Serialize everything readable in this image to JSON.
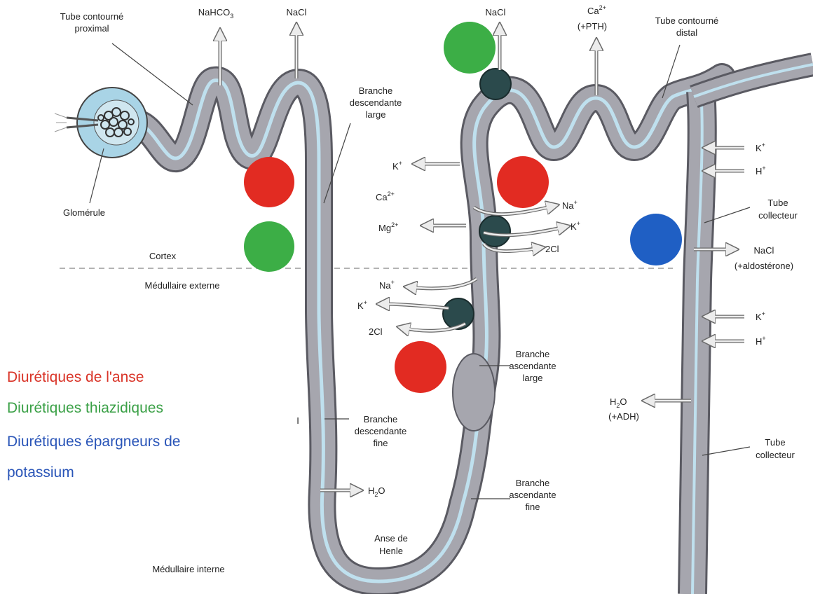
{
  "colors": {
    "tube_fill": "#a6a6ae",
    "tube_edge": "#5a5a62",
    "lumen": "#bfe0ee",
    "glomerulus_capsule": "#a9d4e6",
    "arrow_fill": "#ececec",
    "loop_diuretic": "#e22b22",
    "thiazide_diuretic": "#3cae46",
    "potassium_sparing_diuretic": "#1f5fc4",
    "transporter": "#2b4a4c",
    "legend_red": "#d93327",
    "legend_green": "#3aa046",
    "legend_blue": "#2a55b8"
  },
  "labels": {
    "tube_proximal_1": "Tube contourné",
    "tube_proximal_2": "proximal",
    "glomerule": "Glomérule",
    "desc_large_1": "Branche",
    "desc_large_2": "descendante",
    "desc_large_3": "large",
    "cortex": "Cortex",
    "medullaire_externe": "Médullaire externe",
    "medullaire_interne": "Médullaire interne",
    "desc_fine_1": "Branche",
    "desc_fine_2": "descendante",
    "desc_fine_3": "fine",
    "anse_1": "Anse de",
    "anse_2": "Henle",
    "asc_large_1": "Branche",
    "asc_large_2": "ascendante",
    "asc_large_3": "large",
    "asc_fine_1": "Branche",
    "asc_fine_2": "ascendante",
    "asc_fine_3": "fine",
    "tube_distal_1": "Tube contourné",
    "tube_distal_2": "distal",
    "collecteur_1a": "Tube",
    "collecteur_1b": "collecteur",
    "collecteur_2a": "Tube",
    "collecteur_2b": "collecteur",
    "tick_mark": "I"
  },
  "ions": {
    "nahco3_prefix": "NaHCO",
    "nahco3_sub": "3",
    "nacl_proximal": "NaCl",
    "nacl_distal": "NaCl",
    "ca_distal": "Ca",
    "ca_distal_sup": "2+",
    "pth": "(+PTH)",
    "k_out_thick": "K",
    "k_out_thick_sup": "+",
    "ca_out_thick": "Ca",
    "ca_out_thick_sup": "2+",
    "mg_out_thick": "Mg",
    "mg_out_thick_sup": "2+",
    "na_in_upper": "Na",
    "na_in_upper_sup": "+",
    "k_in_upper": "K",
    "k_in_upper_sup": "+",
    "cl2_in_upper": "2Cl",
    "na_lower": "Na",
    "na_lower_sup": "+",
    "k_lower": "K",
    "k_lower_sup": "+",
    "cl2_lower": "2Cl",
    "h2o_desc_a": "H",
    "h2o_desc_sub": "2",
    "h2o_desc_b": "O",
    "k_collect_1": "K",
    "k_collect_1_sup": "+",
    "h_collect_1": "H",
    "h_collect_1_sup": "+",
    "nacl_collect": "NaCl",
    "aldosterone": "(+aldostérone)",
    "k_collect_2": "K",
    "k_collect_2_sup": "+",
    "h_collect_2": "H",
    "h_collect_2_sup": "+",
    "h2o_collect_a": "H",
    "h2o_collect_sub": "2",
    "h2o_collect_b": "O",
    "adh": "(+ADH)"
  },
  "legend": {
    "loop": "Diurétiques de l'anse",
    "thiazide": "Diurétiques thiazidiques",
    "sparing_line1": "Diurétiques épargneurs de",
    "sparing_line2": "potassium"
  }
}
